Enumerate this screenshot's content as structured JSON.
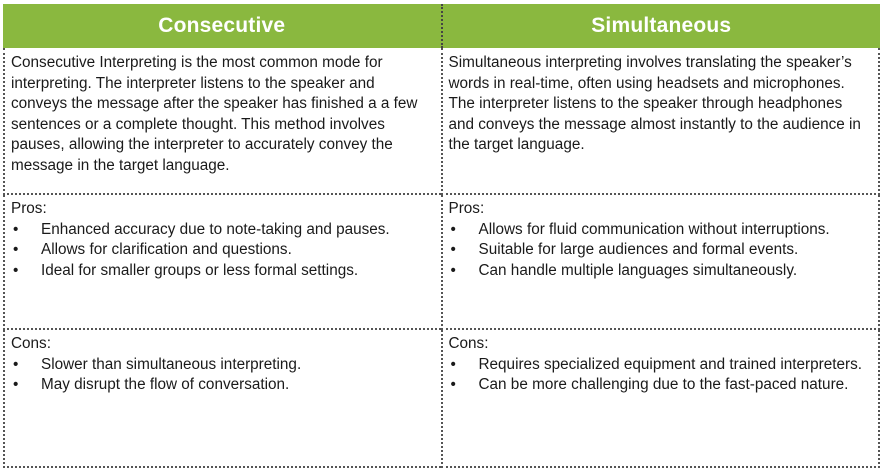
{
  "columns": [
    {
      "header": "Consecutive",
      "description": "Consecutive Interpreting is the most common mode for interpreting. The interpreter listens to the speaker and conveys the message after the speaker has finished a a few sentences or a complete thought. This method involves pauses, allowing the interpreter to accurately convey the message in the target language.",
      "pros": {
        "label": "Pros:",
        "items": [
          "Enhanced accuracy due to note-taking and pauses.",
          "Allows for clarification and questions.",
          "Ideal for smaller groups or less formal settings."
        ]
      },
      "cons": {
        "label": "Cons:",
        "items": [
          "Slower than simultaneous interpreting.",
          "May disrupt the flow of conversation."
        ]
      }
    },
    {
      "header": "Simultaneous",
      "description": "Simultaneous interpreting involves translating the speaker’s words in real-time, often using headsets and microphones. The interpreter listens to the speaker through headphones and conveys the message almost instantly to the audience in the target language.",
      "pros": {
        "label": "Pros:",
        "items": [
          "Allows for fluid communication without interruptions.",
          "Suitable for large audiences and formal events.",
          "Can handle multiple languages simultaneously."
        ]
      },
      "cons": {
        "label": "Cons:",
        "items": [
          "Requires specialized equipment and trained interpreters.",
          "Can be more challenging due to the fast-paced nature."
        ]
      }
    }
  ],
  "bullet_glyph": "•",
  "colors": {
    "header_bg": "#8ab83f",
    "header_text": "#ffffff",
    "border": "#555555"
  }
}
